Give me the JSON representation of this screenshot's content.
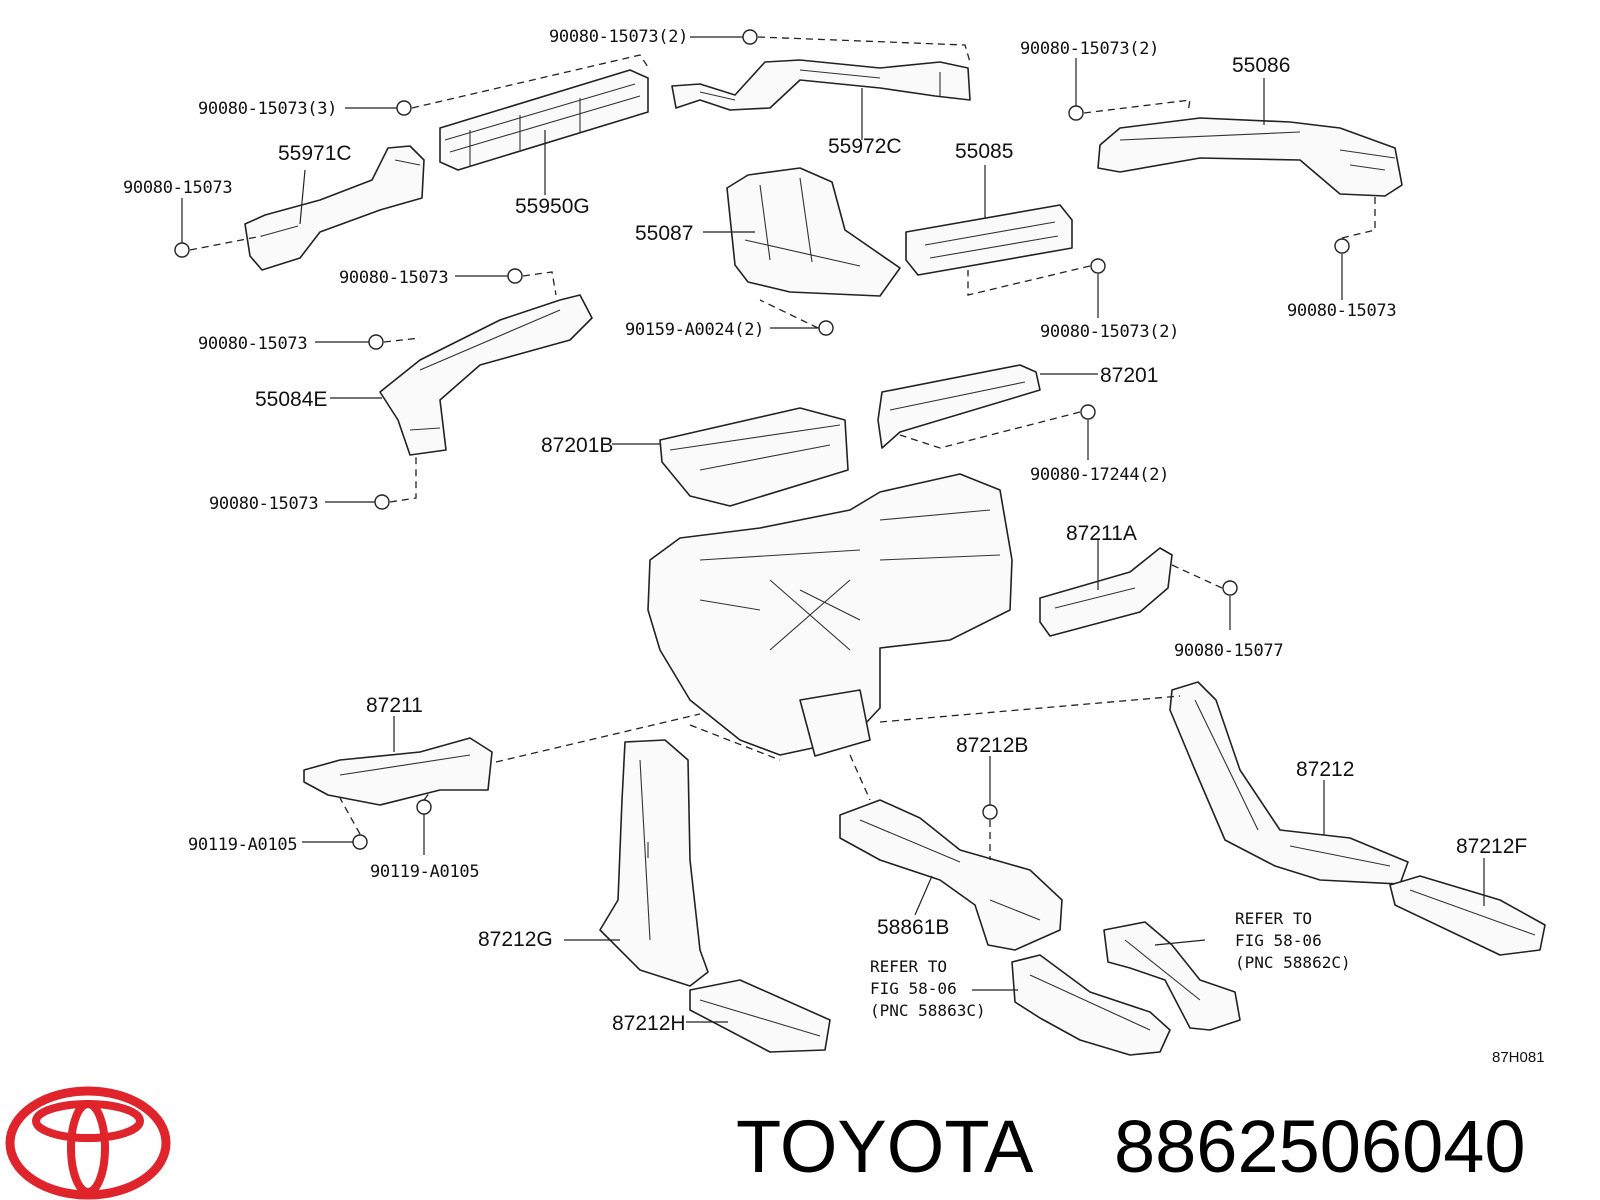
{
  "brand": {
    "name": "TOYOTA",
    "part_number": "8862506040",
    "logo_color": "#e0242b"
  },
  "diagram_code": "87H081",
  "callouts": {
    "c_90080_15073_2_top": "90080-15073(2)",
    "c_90080_15073_3": "90080-15073(3)",
    "c_55971C": "55971C",
    "c_90080_15073_left": "90080-15073",
    "c_55950G": "55950G",
    "c_55972C": "55972C",
    "c_90080_15073_2_right": "90080-15073(2)",
    "c_55086": "55086",
    "c_55085": "55085",
    "c_55087": "55087",
    "c_90080_15073_mid": "90080-15073",
    "c_90080_15073_farright": "90080-15073",
    "c_90080_15073_l2": "90080-15073",
    "c_90159_A0024": "90159-A0024(2)",
    "c_90080_15073_2_mid": "90080-15073(2)",
    "c_55084E": "55084E",
    "c_87201": "87201",
    "c_87201B": "87201B",
    "c_90080_17244": "90080-17244(2)",
    "c_90080_15073_l3": "90080-15073",
    "c_87211A": "87211A",
    "c_90080_15077": "90080-15077",
    "c_87211": "87211",
    "c_87212B": "87212B",
    "c_87212": "87212",
    "c_90119_A0105_a": "90119-A0105",
    "c_90119_A0105_b": "90119-A0105",
    "c_87212F": "87212F",
    "c_87212G": "87212G",
    "c_58861B": "58861B",
    "c_87212H": "87212H"
  },
  "refer_notes": {
    "right": [
      "REFER TO",
      "FIG 58-06",
      "(PNC 58862C)"
    ],
    "left": [
      "REFER TO",
      "FIG 58-06",
      "(PNC 58863C)"
    ]
  }
}
